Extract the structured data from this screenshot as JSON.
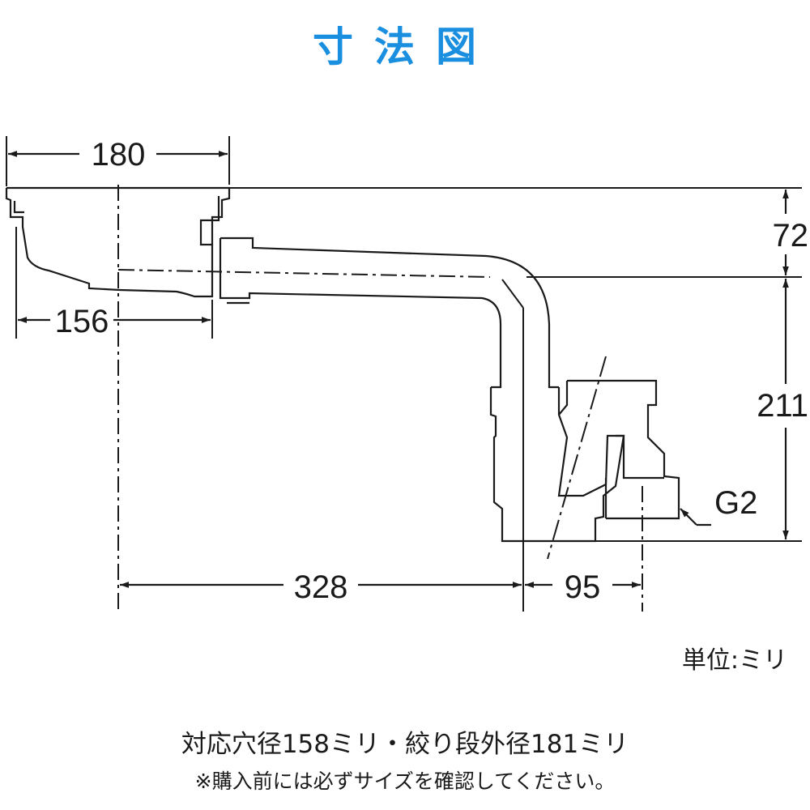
{
  "title": "寸法図",
  "dimensions": {
    "top_width": "180",
    "basket_width": "156",
    "height_upper": "72",
    "height_lower": "211",
    "horizontal_run": "328",
    "outlet_offset": "95",
    "outlet_thread": "G2"
  },
  "unit_label": "単位:ミリ",
  "note_main": "対応穴径158ミリ・絞り段外径181ミリ",
  "note_caution": "※購入前には必ずサイズを確認してください。",
  "colors": {
    "title": "#1a8fe0",
    "line": "#1a1a1a"
  }
}
